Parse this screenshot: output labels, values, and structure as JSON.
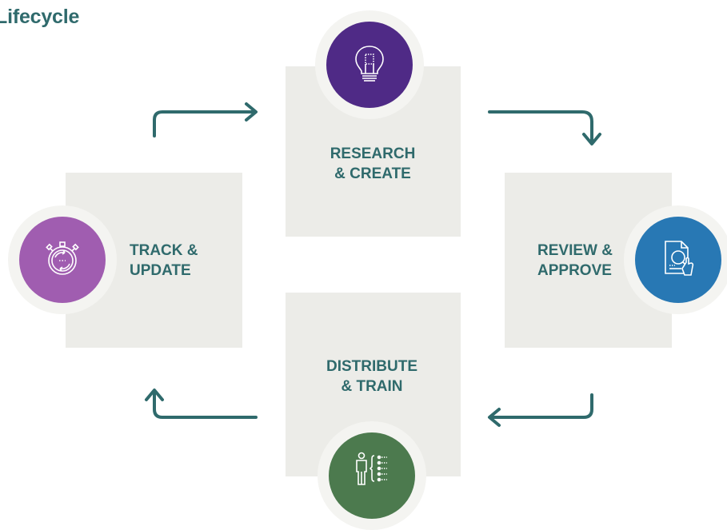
{
  "title": "Lifecycle",
  "stages": {
    "research": {
      "label": "RESEARCH\n& CREATE",
      "color": "#4f2a86",
      "icon": "lightbulb-icon"
    },
    "review": {
      "label": "REVIEW &\nAPPROVE",
      "color": "#2878b4",
      "icon": "document-review-icon"
    },
    "distribute": {
      "label": "DISTRIBUTE\n& TRAIN",
      "color": "#4c7a4e",
      "icon": "person-training-icon"
    },
    "track": {
      "label": "TRACK &\nUPDATE",
      "color": "#a05db0",
      "icon": "stopwatch-icon"
    }
  },
  "colors": {
    "arrow": "#2f6a6c",
    "card": "#ecece8",
    "text": "#2f6a6c"
  }
}
